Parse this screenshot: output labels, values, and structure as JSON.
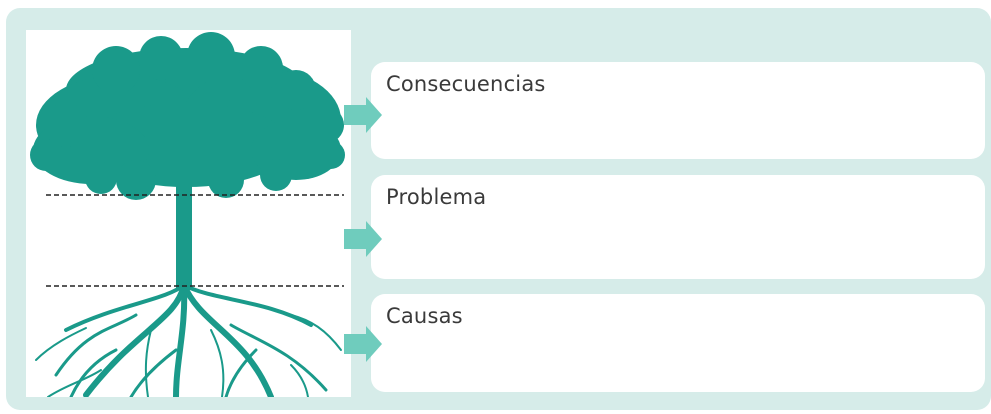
{
  "diagram": {
    "boxes": [
      {
        "id": "consequences",
        "label": "Consecuencias"
      },
      {
        "id": "problem",
        "label": "Problema"
      },
      {
        "id": "causes",
        "label": "Causas"
      }
    ],
    "colors": {
      "panel_bg": "#d6ece9",
      "tree": "#1a9a8a",
      "arrow": "#6fccbd",
      "box_bg": "#ffffff",
      "dash": "#222222"
    },
    "icons": {
      "illustration": "tree-with-roots-icon",
      "connector": "arrow-right-icon"
    }
  }
}
